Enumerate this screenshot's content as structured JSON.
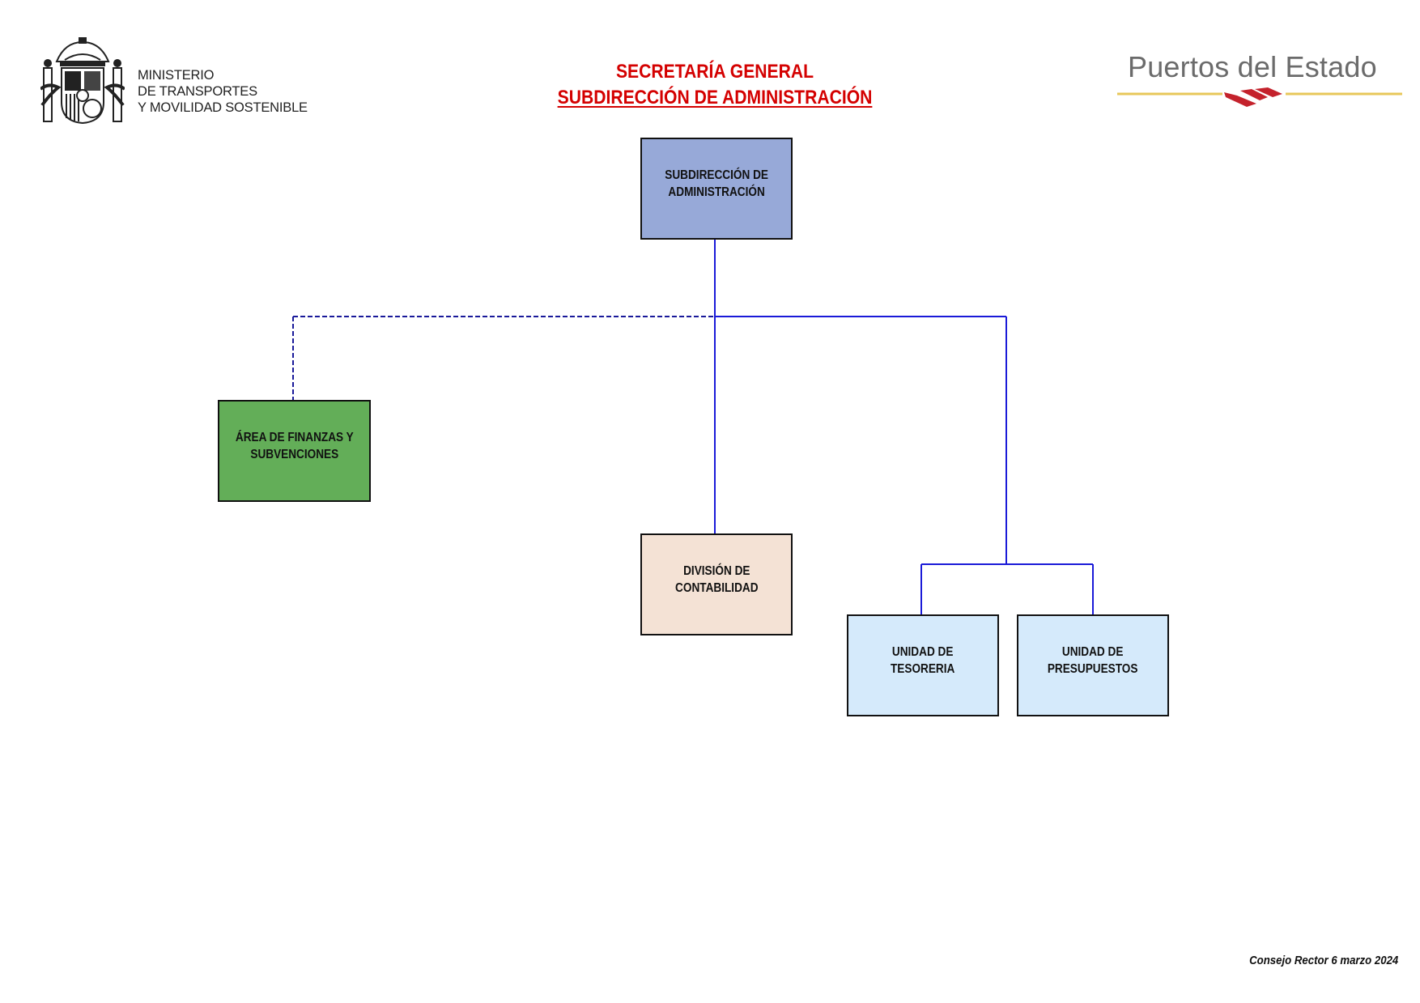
{
  "header": {
    "ministry_lines": [
      "MINISTERIO",
      "DE TRANSPORTES",
      "Y MOVILIDAD SOSTENIBLE"
    ],
    "title_line1": "SECRETARÍA GENERAL",
    "title_line2": "SUBDIRECCIÓN DE ADMINISTRACIÓN",
    "logo_text": "Puertos del Estado"
  },
  "org": {
    "root": "SUBDIRECCIÓN  DE\nADMINISTRACIÓN",
    "finanzas": "ÁREA DE FINANZAS Y\nSUBVENCIONES",
    "contabilidad": "DIVISIÓN DE\nCONTABILIDAD",
    "tesoreria": "UNIDAD DE\nTESORERIA",
    "presupuestos": "UNIDAD DE\nPRESUPUESTOS"
  },
  "colors": {
    "root": "#97a9d8",
    "finanzas": "#63ae58",
    "contabilidad": "#f4e2d5",
    "unidad": "#d5eafb",
    "connector": "#1a1ad8",
    "title": "#d40000"
  },
  "footer": "Consejo Rector 6 marzo 2024"
}
